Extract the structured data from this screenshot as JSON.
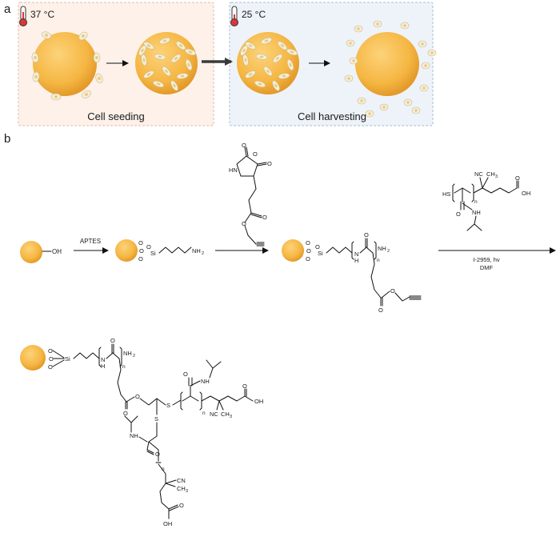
{
  "panels": {
    "a": {
      "letter": "a",
      "seeding": {
        "temperature": "37 °C",
        "caption": "Cell seeding"
      },
      "harvesting": {
        "temperature": "25 °C",
        "caption": "Cell harvesting"
      }
    },
    "b": {
      "letter": "b",
      "start_group": "OH",
      "step1_reagent": "APTES",
      "aptes_product": {
        "si": "Si",
        "o1": "O",
        "o2": "O",
        "o3": "O",
        "amine": "NH",
        "amine_sub": "2"
      },
      "ncas": {
        "o_top": "O",
        "o_ring": "O",
        "o_right": "O",
        "nh": "HN",
        "o_ester_c": "O",
        "o_ester": "O"
      },
      "intermediate": {
        "si": "Si",
        "o1": "O",
        "o2": "O",
        "o3": "O",
        "nh": "N",
        "h": "H",
        "n": "n",
        "amine": "NH",
        "amine_sub": "2",
        "o_amide": "O",
        "o_ester_c": "O",
        "o_ester": "O"
      },
      "pnipam": {
        "sh": "HS",
        "n": "n",
        "nc": "NC",
        "ch3": "CH",
        "ch3_sub": "3",
        "oh": "OH",
        "o_acid": "O",
        "o_amide": "O",
        "nh": "NH"
      },
      "step3_conditions": [
        "I-2959, hv",
        "DMF"
      ],
      "final": {
        "si": "Si",
        "o1": "O",
        "o2": "O",
        "o3": "O",
        "nh": "N",
        "h": "H",
        "n1": "n",
        "amine": "NH",
        "amine_sub": "2",
        "o_amide1": "O",
        "o_ester_c": "O",
        "o_ester": "O",
        "s1": "S",
        "s2": "S",
        "o_amide2": "O",
        "nh2": "NH",
        "n2": "n",
        "nc2": "NC",
        "ch3_2": "CH",
        "ch3_2_sub": "3",
        "oh2": "OH",
        "o_acid2": "O",
        "nh3": "NH",
        "o_amide3": "O",
        "n3": "n",
        "cn3": "CN",
        "ch3_3": "CH",
        "ch3_3_sub": "3",
        "o_acid3": "O",
        "oh3": "OH"
      }
    }
  },
  "colors": {
    "bead": "#f5b642",
    "bead_edge": "#e8a12f",
    "cell": "#f6efd6",
    "cell_nucleus": "#e9c98a",
    "seeding_bg": "#fdf1ea",
    "seeding_border": "#e9b9a3",
    "harvest_bg": "#eef3f9",
    "harvest_border": "#a9bed6",
    "thermo_red": "#d9363e"
  }
}
